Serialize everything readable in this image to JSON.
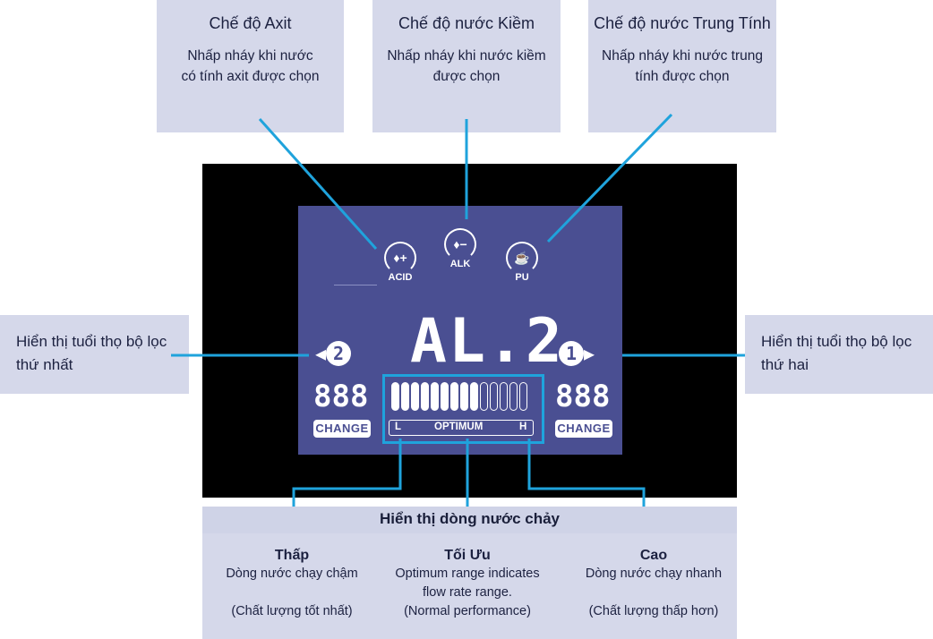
{
  "top_boxes": [
    {
      "title": "Chế độ Axit",
      "desc": [
        "Nhấp nháy khi nước",
        "có tính axit được chọn"
      ]
    },
    {
      "title": "Chế độ nước Kiềm",
      "desc": [
        "Nhấp nháy khi nước kiềm",
        "được chọn"
      ]
    },
    {
      "title": "Chế độ nước Trung Tính",
      "desc": [
        "Nhấp nháy khi nước trung",
        "tính được chọn"
      ]
    }
  ],
  "side_boxes": {
    "left": [
      "Hiển thị tuổi thọ bộ lọc",
      "thứ nhất"
    ],
    "right": [
      "Hiển thị tuổi thọ bộ lọc",
      "thứ hai"
    ]
  },
  "lcd": {
    "modes": [
      {
        "label": "ACID",
        "icon": "drop-plus-icon",
        "glyph": "♦+"
      },
      {
        "label": "ALK",
        "icon": "drop-minus-icon",
        "glyph": "♦−"
      },
      {
        "label": "PU",
        "icon": "cup-icon",
        "glyph": "☕"
      }
    ],
    "main_readout": "AL.2",
    "filter_left": {
      "number": "2",
      "counter": "888",
      "change": "CHANGE"
    },
    "filter_right": {
      "number": "1",
      "counter": "888",
      "change": "CHANGE"
    },
    "flow_bars_total": 14,
    "flow_bars_lit": 9,
    "flow_scale": {
      "low": "L",
      "mid": "OPTIMUM",
      "high": "H"
    }
  },
  "flow_panel": {
    "title": "Hiển thị dòng nước chảy",
    "columns": [
      {
        "title": "Thấp",
        "lines": [
          "Dòng nước chạy chậm",
          "",
          "(Chất lượng tốt nhất)"
        ]
      },
      {
        "title": "Tối Ưu",
        "lines": [
          "Optimum range indicates",
          "flow rate range.",
          "(Normal performance)"
        ]
      },
      {
        "title": "Cao",
        "lines": [
          "Dòng nước chạy nhanh",
          "",
          "(Chất lượng thấp hơn)"
        ]
      }
    ]
  },
  "colors": {
    "lcd": "#4a4f92",
    "callout_line": "#1fa3dc",
    "box": "#d5d8ea"
  }
}
